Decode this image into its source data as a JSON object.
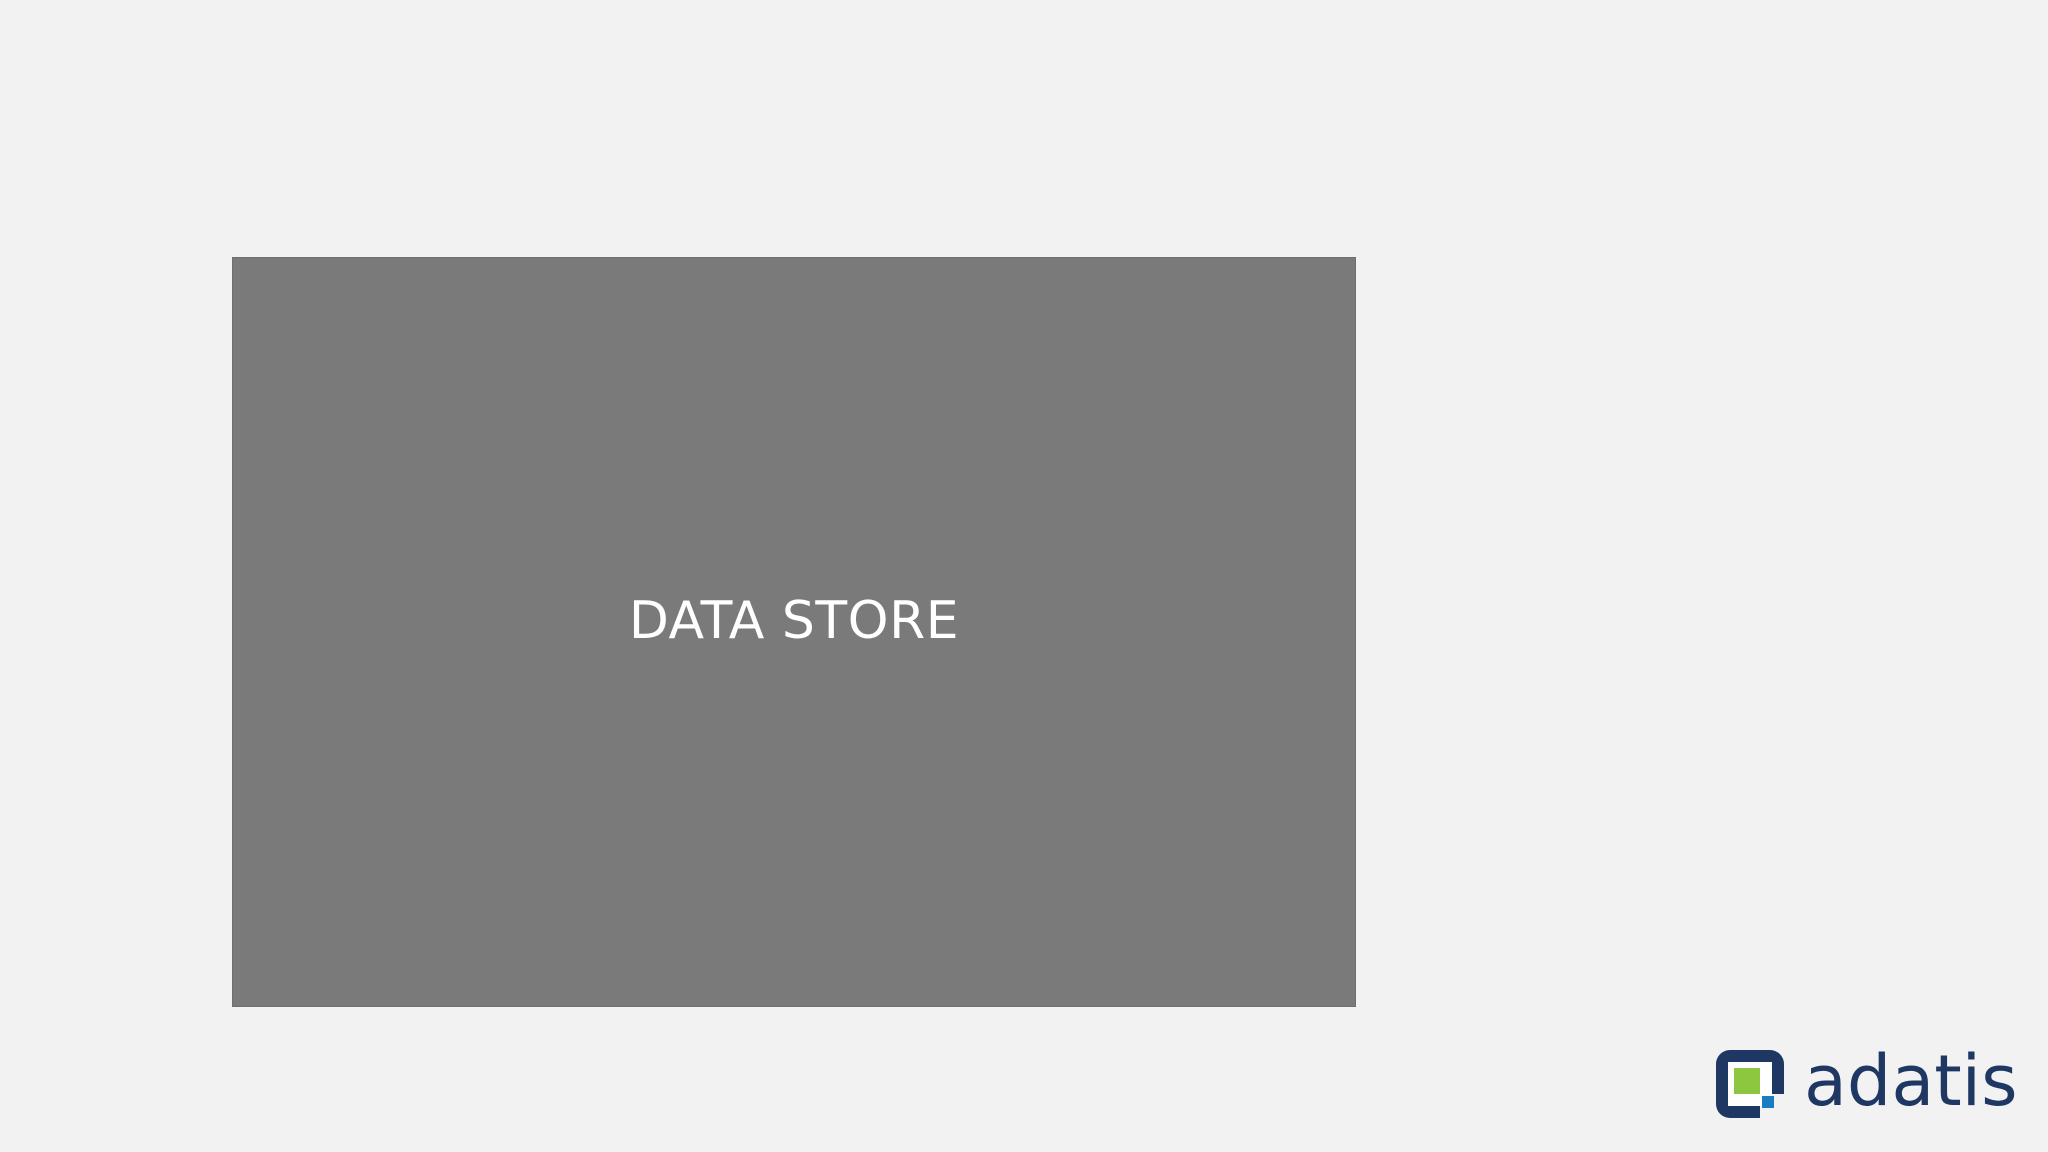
{
  "diagram": {
    "box_label": "DATA STORE",
    "box_color": "#7a7a7a",
    "background_color": "#f2f2f2"
  },
  "logo": {
    "text": "adatis",
    "icon": "adatis-logo-mark",
    "text_color": "#1f3763",
    "mark_colors": {
      "frame": "#1f3763",
      "green": "#8dc63f",
      "blue": "#1a7dc1"
    }
  }
}
